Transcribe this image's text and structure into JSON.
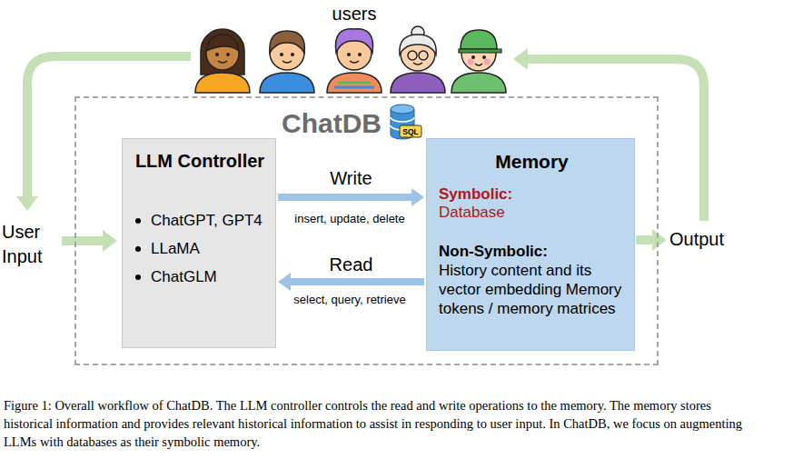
{
  "diagram": {
    "caption": "Figure 1: Overall workflow of ChatDB. The LLM controller controls the read and write operations to the memory. The memory stores historical information and provides relevant historical information to assist in responding to user input. In ChatDB, we focus on augmenting LLMs with databases as their symbolic memory.",
    "nodes": [
      {
        "text": [
          "ChatDB"
        ]
      },
      {
        "text": [
          "LLM Controller",
          "ChatGPT, GPT4",
          "LLaMA",
          "ChatGLM"
        ],
        "in": 0
      },
      {
        "text": [
          "Memory",
          "Symbolic:",
          "Database",
          "Non-Symbolic:",
          "History content and its vector embedding Memory tokens / memory matrices"
        ],
        "in": 0
      }
    ],
    "edges": [
      {
        "from": 1,
        "to": 2,
        "label": "Write",
        "arrow": "to"
      },
      {
        "from": 2,
        "to": 1,
        "label": "Read",
        "arrow": "to"
      }
    ],
    "labels": [
      "users",
      "SQL",
      "insert, update, delete",
      "User Input",
      "select, query, retrieve",
      "Output"
    ]
  }
}
